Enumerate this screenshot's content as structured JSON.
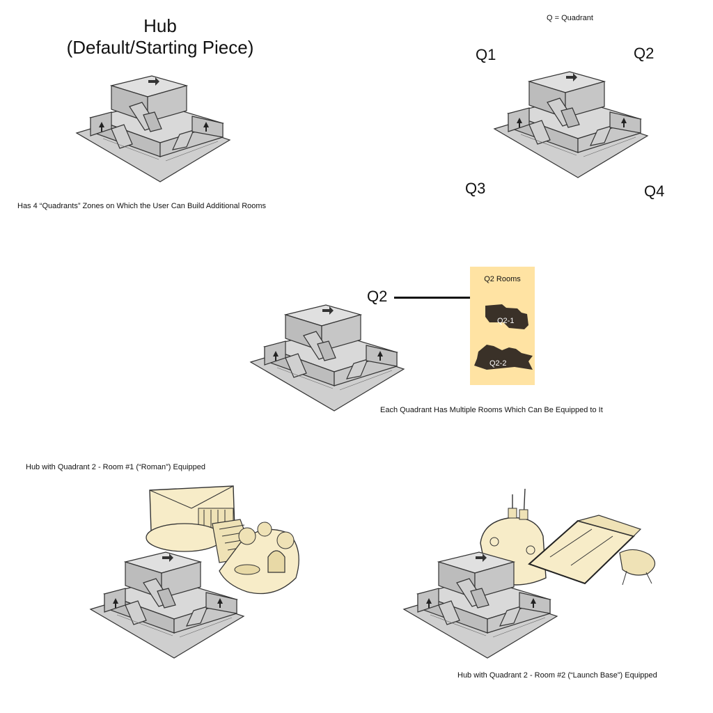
{
  "title_line1": "Hub",
  "title_line2": "(Default/Starting Piece)",
  "legend": "Q = Quadrant",
  "quadrants": {
    "q1": "Q1",
    "q2": "Q2",
    "q3": "Q3",
    "q4": "Q4"
  },
  "caption_hub": "Has 4 “Quadrants” Zones on Which the User Can Build Additional Rooms",
  "connector_label": "Q2",
  "rooms_panel": {
    "title": "Q2 Rooms",
    "rooms": [
      "Q2-1",
      "Q2-2"
    ],
    "color": "#ffe3a3"
  },
  "caption_rooms": "Each Quadrant Has Multiple Rooms Which Can Be Equipped to It",
  "caption_roman": "Hub with Quadrant 2 - Room #1 (“Roman”) Equipped",
  "caption_launch": "Hub with Quadrant 2 - Room #2 (“Launch Base”) Equipped",
  "colors": {
    "hub_fill": "#cfcfcf",
    "hub_stroke": "#333333",
    "room_fill": "#f7ecc8",
    "room_silhouette": "#3a3128"
  }
}
